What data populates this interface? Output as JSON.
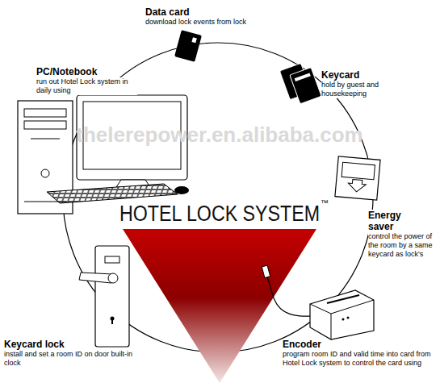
{
  "diagram": {
    "title": "HOTEL LOCK SYSTEM",
    "nodes": [
      {
        "text": [
          "Data card",
          "download lock events from lock"
        ]
      },
      {
        "text": [
          "PC/Notebook",
          "run out Hotel Lock system in daily using"
        ]
      },
      {
        "text": [
          "Keycard",
          "hold by guest and housekeeping"
        ]
      },
      {
        "text": [
          "Energy saver",
          "control the power of the room by a same keycard as lock's"
        ]
      },
      {
        "text": [
          "Keycard lock",
          "install and set a room ID on door built-in clock"
        ]
      },
      {
        "text": [
          "Encoder",
          "program room ID and valid time into card from Hotel Lock system to control the card using"
        ]
      }
    ],
    "labels": [
      "™",
      "thelerepower.en.alibaba.com"
    ]
  }
}
